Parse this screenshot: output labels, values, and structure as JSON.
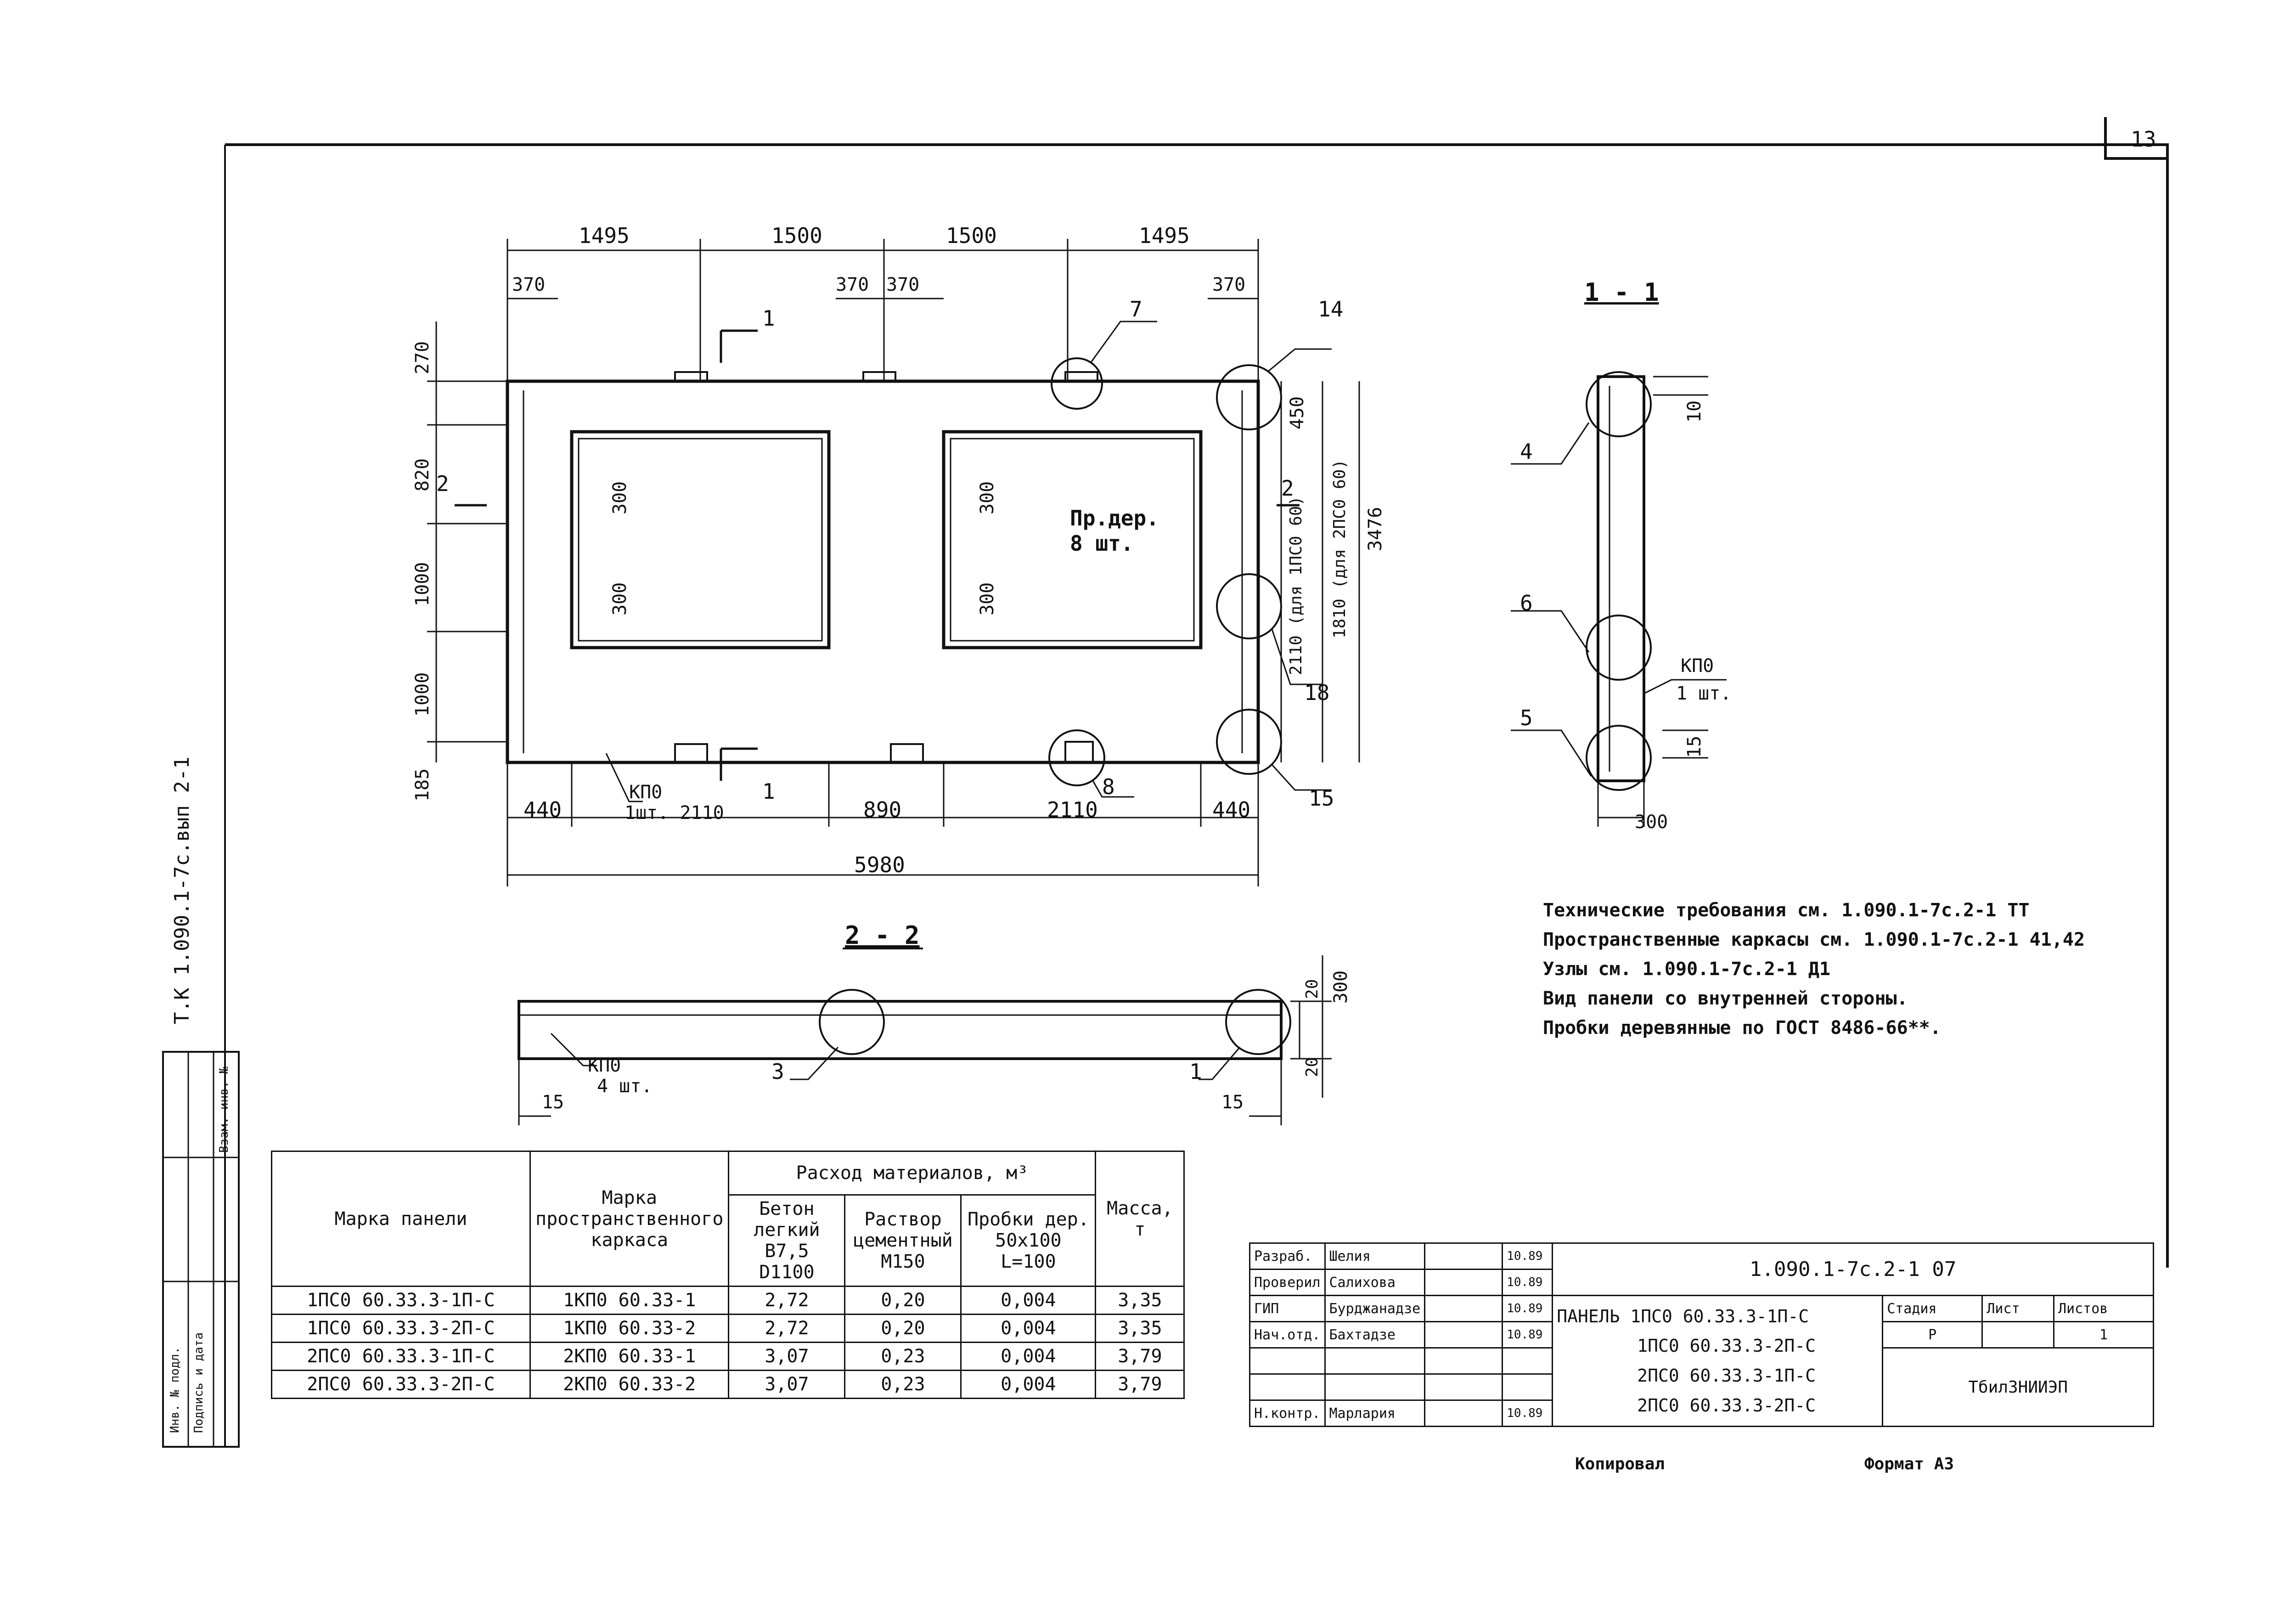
{
  "sheet_number": "13",
  "side_note": "Т.К 1.090.1-7с.вып 2-1",
  "side_columns": [
    "Инв. № подл.",
    "Подпись и дата",
    "Взам. инв. №"
  ],
  "plan": {
    "top_dims": [
      "1495",
      "1500",
      "1500",
      "1495"
    ],
    "top_sub_dims": [
      "370",
      "370",
      "370",
      "370"
    ],
    "left_dims": [
      "270",
      "820",
      "1000",
      "1000",
      "185"
    ],
    "right_dims": [
      "450",
      "2110 (для 1ПС0 60)",
      "1810 (для 2ПС0 60)",
      "3476"
    ],
    "bottom_dims": [
      "440",
      "890",
      "2110",
      "440"
    ],
    "total_width": "5980",
    "window_dims": [
      "300",
      "300",
      "300",
      "300"
    ],
    "wood_plug_label": "Пр.дер.",
    "wood_plug_count": "8 шт.",
    "kp_label": "КП0",
    "kp_count": "1шт. 2110",
    "section_marks": [
      "1",
      "1",
      "2",
      "2"
    ],
    "callouts": [
      "7",
      "14",
      "18",
      "15",
      "8"
    ]
  },
  "section_1_1": {
    "title": "1 - 1",
    "dims": [
      "10",
      "15",
      "300"
    ],
    "callouts": [
      "4",
      "6",
      "5"
    ],
    "kp_label": "КП0",
    "kp_count": "1 шт."
  },
  "section_2_2": {
    "title": "2 - 2",
    "dims": [
      "20",
      "300",
      "20",
      "15",
      "15"
    ],
    "callouts": [
      "3",
      "1"
    ],
    "kp_label": "КП0",
    "kp_count": "4 шт."
  },
  "notes": [
    "Технические требования см. 1.090.1-7с.2-1 ТТ",
    "Пространственные каркасы см. 1.090.1-7с.2-1 41,42",
    "Узлы см. 1.090.1-7с.2-1 Д1",
    "Вид панели со внутренней стороны.",
    "Пробки деревянные по ГОСТ 8486-66**."
  ],
  "materials_table": {
    "headers": {
      "panel_mark": "Марка панели",
      "frame_mark": "Марка пространственного каркаса",
      "materials_group": "Расход материалов, м³",
      "concrete": "Бетон легкий В7,5 D1100",
      "mortar": "Раствор цементный М150",
      "plugs": "Пробки дер. 50x100 L=100",
      "mass": "Масса, т"
    },
    "rows": [
      [
        "1ПС0 60.33.3-1П-С",
        "1КП0 60.33-1",
        "2,72",
        "0,20",
        "0,004",
        "3,35"
      ],
      [
        "1ПС0 60.33.3-2П-С",
        "1КП0 60.33-2",
        "2,72",
        "0,20",
        "0,004",
        "3,35"
      ],
      [
        "2ПС0 60.33.3-1П-С",
        "2КП0 60.33-1",
        "3,07",
        "0,23",
        "0,004",
        "3,79"
      ],
      [
        "2ПС0 60.33.3-2П-С",
        "2КП0 60.33-2",
        "3,07",
        "0,23",
        "0,004",
        "3,79"
      ]
    ]
  },
  "title_block": {
    "code": "1.090.1-7с.2-1 07",
    "roles": [
      "Разраб.",
      "Проверил",
      "ГИП",
      "Нач.отд.",
      "",
      "",
      "Н.контр."
    ],
    "names": [
      "Шелия",
      "Салихова",
      "Бурджанадзе",
      "Бахтадзе",
      "",
      "",
      "Марлария"
    ],
    "dates": [
      "10.89",
      "10.89",
      "10.89",
      "10.89",
      "",
      "",
      "10.89"
    ],
    "name_prefix": "ПАНЕЛЬ",
    "panel_names": [
      "1ПС0 60.33.3-1П-С",
      "1ПС0 60.33.3-2П-С",
      "2ПС0 60.33.3-1П-С",
      "2ПС0 60.33.3-2П-С"
    ],
    "stage_label": "Стадия",
    "sheet_label": "Лист",
    "sheets_label": "Листов",
    "stage_value": "Р",
    "sheets_value": "1",
    "org": "ТбилЗНИИЭП"
  },
  "footer": {
    "copied": "Копировал",
    "format": "Формат А3"
  }
}
